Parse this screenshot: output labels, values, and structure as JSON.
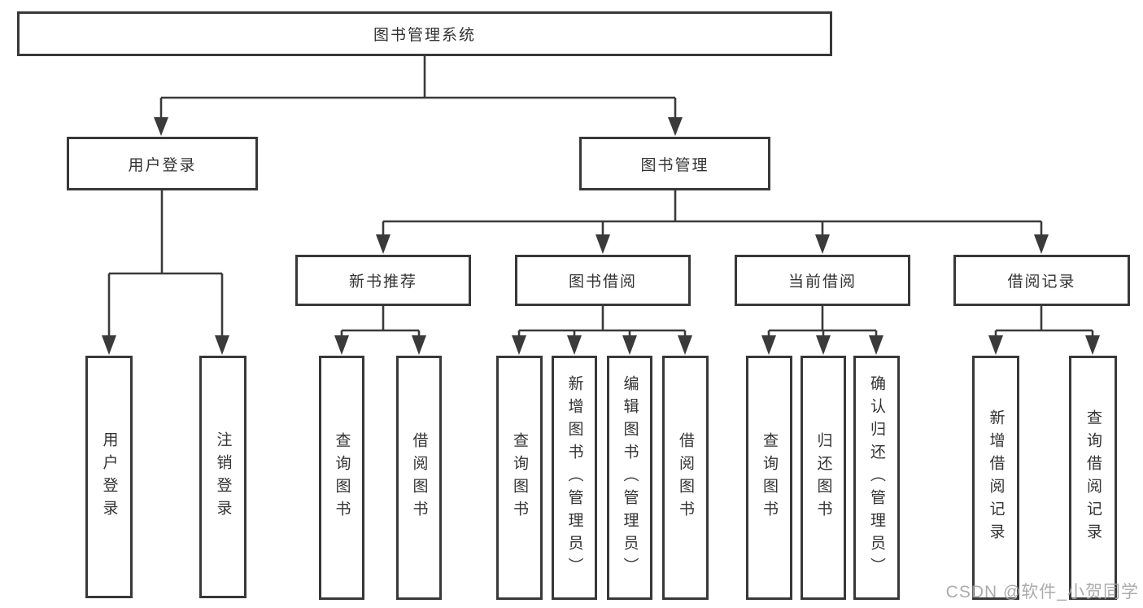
{
  "diagram": {
    "root": {
      "label": "图书管理系统"
    },
    "branches": [
      {
        "label": "用户登录",
        "children": [
          {
            "label": "用户登录"
          },
          {
            "label": "注销登录"
          }
        ]
      },
      {
        "label": "图书管理",
        "groups": [
          {
            "label": "新书推荐",
            "children": [
              {
                "label": "查询图书"
              },
              {
                "label": "借阅图书"
              }
            ]
          },
          {
            "label": "图书借阅",
            "children": [
              {
                "label": "查询图书"
              },
              {
                "label": "新增图书（管理员）"
              },
              {
                "label": "编辑图书（管理员）"
              },
              {
                "label": "借阅图书"
              }
            ]
          },
          {
            "label": "当前借阅",
            "children": [
              {
                "label": "查询图书"
              },
              {
                "label": "归还图书"
              },
              {
                "label": "确认归还（管理员）"
              }
            ]
          },
          {
            "label": "借阅记录",
            "children": [
              {
                "label": "新增借阅记录"
              },
              {
                "label": "查询借阅记录"
              }
            ]
          }
        ]
      }
    ]
  },
  "watermark": {
    "text": "CSDN @软件_小贺同学"
  },
  "colors": {
    "line": "#3a3a3a",
    "box_border": "#383838",
    "text": "#333333",
    "watermark": "#a3a3a3",
    "background": "#ffffff"
  }
}
